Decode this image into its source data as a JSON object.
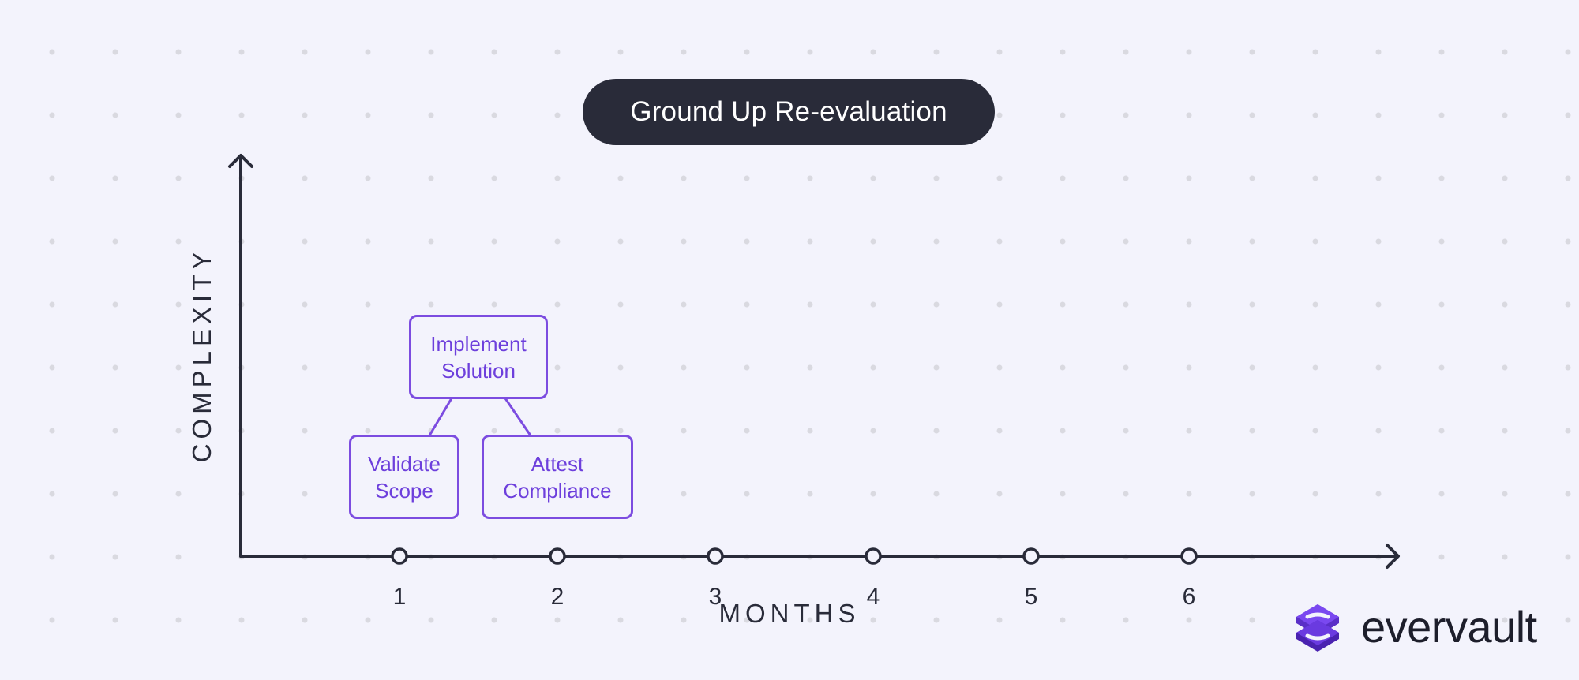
{
  "title": "Ground Up Re-evaluation",
  "axes": {
    "y_label": "COMPLEXITY",
    "x_label": "MONTHS",
    "ticks": [
      "1",
      "2",
      "3",
      "4",
      "5",
      "6"
    ]
  },
  "tasks": [
    {
      "id": "implement",
      "lines": [
        "Implement",
        "Solution"
      ]
    },
    {
      "id": "validate",
      "lines": [
        "Validate",
        "Scope"
      ]
    },
    {
      "id": "attest",
      "lines": [
        "Attest",
        "Compliance"
      ]
    }
  ],
  "brand": {
    "name": "evervault",
    "icon": "evervault-logo-icon"
  },
  "colors": {
    "background": "#f3f3fc",
    "dark": "#292b39",
    "accent": "#7c4ce0",
    "grid_dot": "#d9d9e0"
  }
}
